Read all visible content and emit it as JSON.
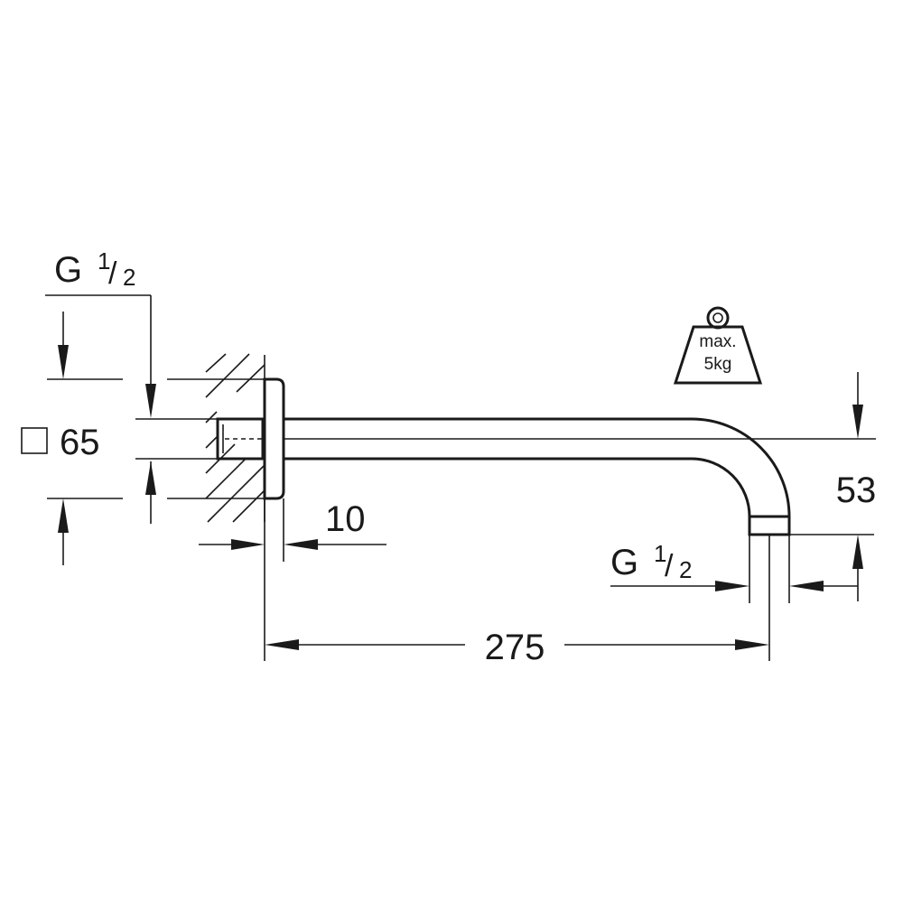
{
  "drawing": {
    "thread_top": {
      "main": "G",
      "num": "1",
      "slash": "/",
      "den": "2"
    },
    "thread_bottom": {
      "main": "G",
      "num": "1",
      "slash": "/",
      "den": "2"
    },
    "flange_square_symbol": "□",
    "flange_size": "65",
    "flange_depth": "10",
    "arm_length": "275",
    "arm_drop": "53",
    "weight_label_line1": "max.",
    "weight_label_line2": "5kg"
  },
  "colors": {
    "line": "#1a1a1a",
    "background": "#ffffff"
  }
}
